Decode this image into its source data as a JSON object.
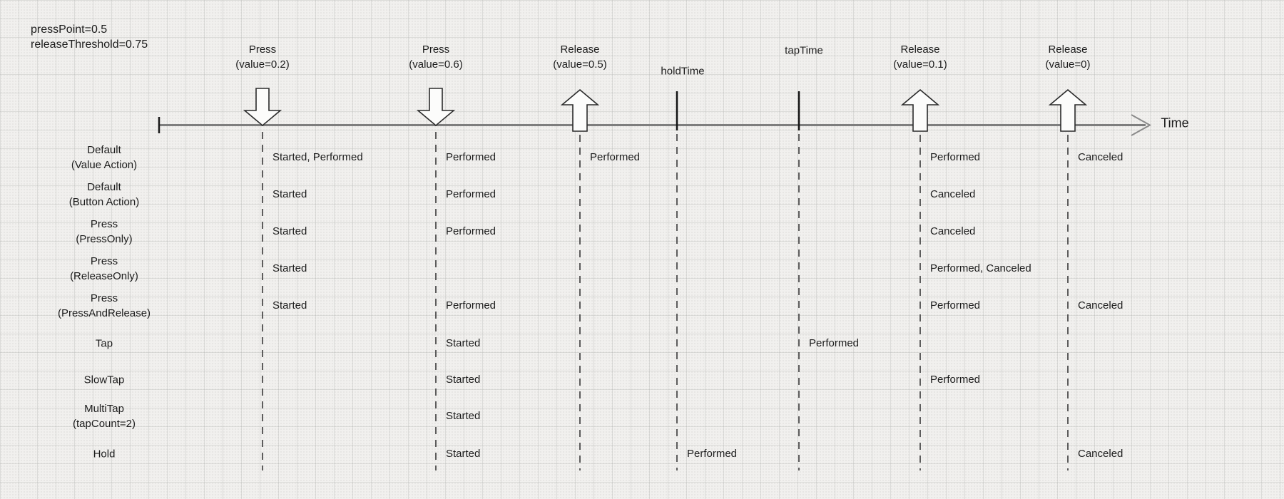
{
  "note": {
    "line1": "pressPoint=0.5",
    "line2": "releaseThreshold=0.75"
  },
  "time_axis": {
    "label": "Time"
  },
  "columns": [
    {
      "id": "press-value-0-2",
      "label": "Press",
      "sub": "(value=0.2)",
      "marker": "press-down-arrow"
    },
    {
      "id": "press-value-0-6",
      "label": "Press",
      "sub": "(value=0.6)",
      "marker": "press-down-arrow"
    },
    {
      "id": "release-value-0-5",
      "label": "Release",
      "sub": "(value=0.5)",
      "marker": "release-up-arrow"
    },
    {
      "id": "hold-time",
      "label": "holdTime",
      "sub": "",
      "marker": "time-threshold-tick"
    },
    {
      "id": "tap-time",
      "label": "tapTime",
      "sub": "",
      "marker": "time-threshold-tick"
    },
    {
      "id": "release-value-0-1",
      "label": "Release",
      "sub": "(value=0.1)",
      "marker": "release-up-arrow"
    },
    {
      "id": "release-value-0",
      "label": "Release",
      "sub": "(value=0)",
      "marker": "release-up-arrow"
    }
  ],
  "rows": [
    {
      "label": "Default",
      "sub": "(Value Action)"
    },
    {
      "label": "Default",
      "sub": "(Button Action)"
    },
    {
      "label": "Press",
      "sub": "(PressOnly)"
    },
    {
      "label": "Press",
      "sub": "(ReleaseOnly)"
    },
    {
      "label": "Press",
      "sub": "(PressAndRelease)"
    },
    {
      "label": "Tap",
      "sub": ""
    },
    {
      "label": "SlowTap",
      "sub": ""
    },
    {
      "label": "MultiTap",
      "sub": "(tapCount=2)"
    },
    {
      "label": "Hold",
      "sub": ""
    }
  ],
  "events": [
    {
      "row": "Default (Value Action)",
      "column": "press-value-0-2",
      "text": "Started, Performed"
    },
    {
      "row": "Default (Value Action)",
      "column": "press-value-0-6",
      "text": "Performed"
    },
    {
      "row": "Default (Value Action)",
      "column": "release-value-0-5",
      "text": "Performed"
    },
    {
      "row": "Default (Value Action)",
      "column": "release-value-0-1",
      "text": "Performed"
    },
    {
      "row": "Default (Value Action)",
      "column": "release-value-0",
      "text": "Canceled"
    },
    {
      "row": "Default (Button Action)",
      "column": "press-value-0-2",
      "text": "Started"
    },
    {
      "row": "Default (Button Action)",
      "column": "press-value-0-6",
      "text": "Performed"
    },
    {
      "row": "Default (Button Action)",
      "column": "release-value-0-1",
      "text": "Canceled"
    },
    {
      "row": "Press (PressOnly)",
      "column": "press-value-0-2",
      "text": "Started"
    },
    {
      "row": "Press (PressOnly)",
      "column": "press-value-0-6",
      "text": "Performed"
    },
    {
      "row": "Press (PressOnly)",
      "column": "release-value-0-1",
      "text": "Canceled"
    },
    {
      "row": "Press (ReleaseOnly)",
      "column": "press-value-0-2",
      "text": "Started"
    },
    {
      "row": "Press (ReleaseOnly)",
      "column": "release-value-0-1",
      "text": "Performed, Canceled"
    },
    {
      "row": "Press (PressAndRelease)",
      "column": "press-value-0-2",
      "text": "Started"
    },
    {
      "row": "Press (PressAndRelease)",
      "column": "press-value-0-6",
      "text": "Performed"
    },
    {
      "row": "Press (PressAndRelease)",
      "column": "release-value-0-1",
      "text": "Performed"
    },
    {
      "row": "Press (PressAndRelease)",
      "column": "release-value-0",
      "text": "Canceled"
    },
    {
      "row": "Tap",
      "column": "press-value-0-6",
      "text": "Started"
    },
    {
      "row": "Tap",
      "column": "tap-time",
      "text": "Performed"
    },
    {
      "row": "SlowTap",
      "column": "press-value-0-6",
      "text": "Started"
    },
    {
      "row": "SlowTap",
      "column": "release-value-0-1",
      "text": "Performed"
    },
    {
      "row": "MultiTap (tapCount=2)",
      "column": "press-value-0-6",
      "text": "Started"
    },
    {
      "row": "Hold",
      "column": "press-value-0-6",
      "text": "Started"
    },
    {
      "row": "Hold",
      "column": "hold-time",
      "text": "Performed"
    },
    {
      "row": "Hold",
      "column": "release-value-0",
      "text": "Canceled"
    }
  ],
  "colors": {
    "background": "#f1f0ee",
    "grid_line": "#dcdbd9",
    "text": "#1c1c1c",
    "axis": "#7e7e7e",
    "dashed_line": "#4d4d4d",
    "arrow_fill": "#fcfcfb",
    "arrow_stroke": "#2b2b2b",
    "threshold_tick": "#141414"
  }
}
